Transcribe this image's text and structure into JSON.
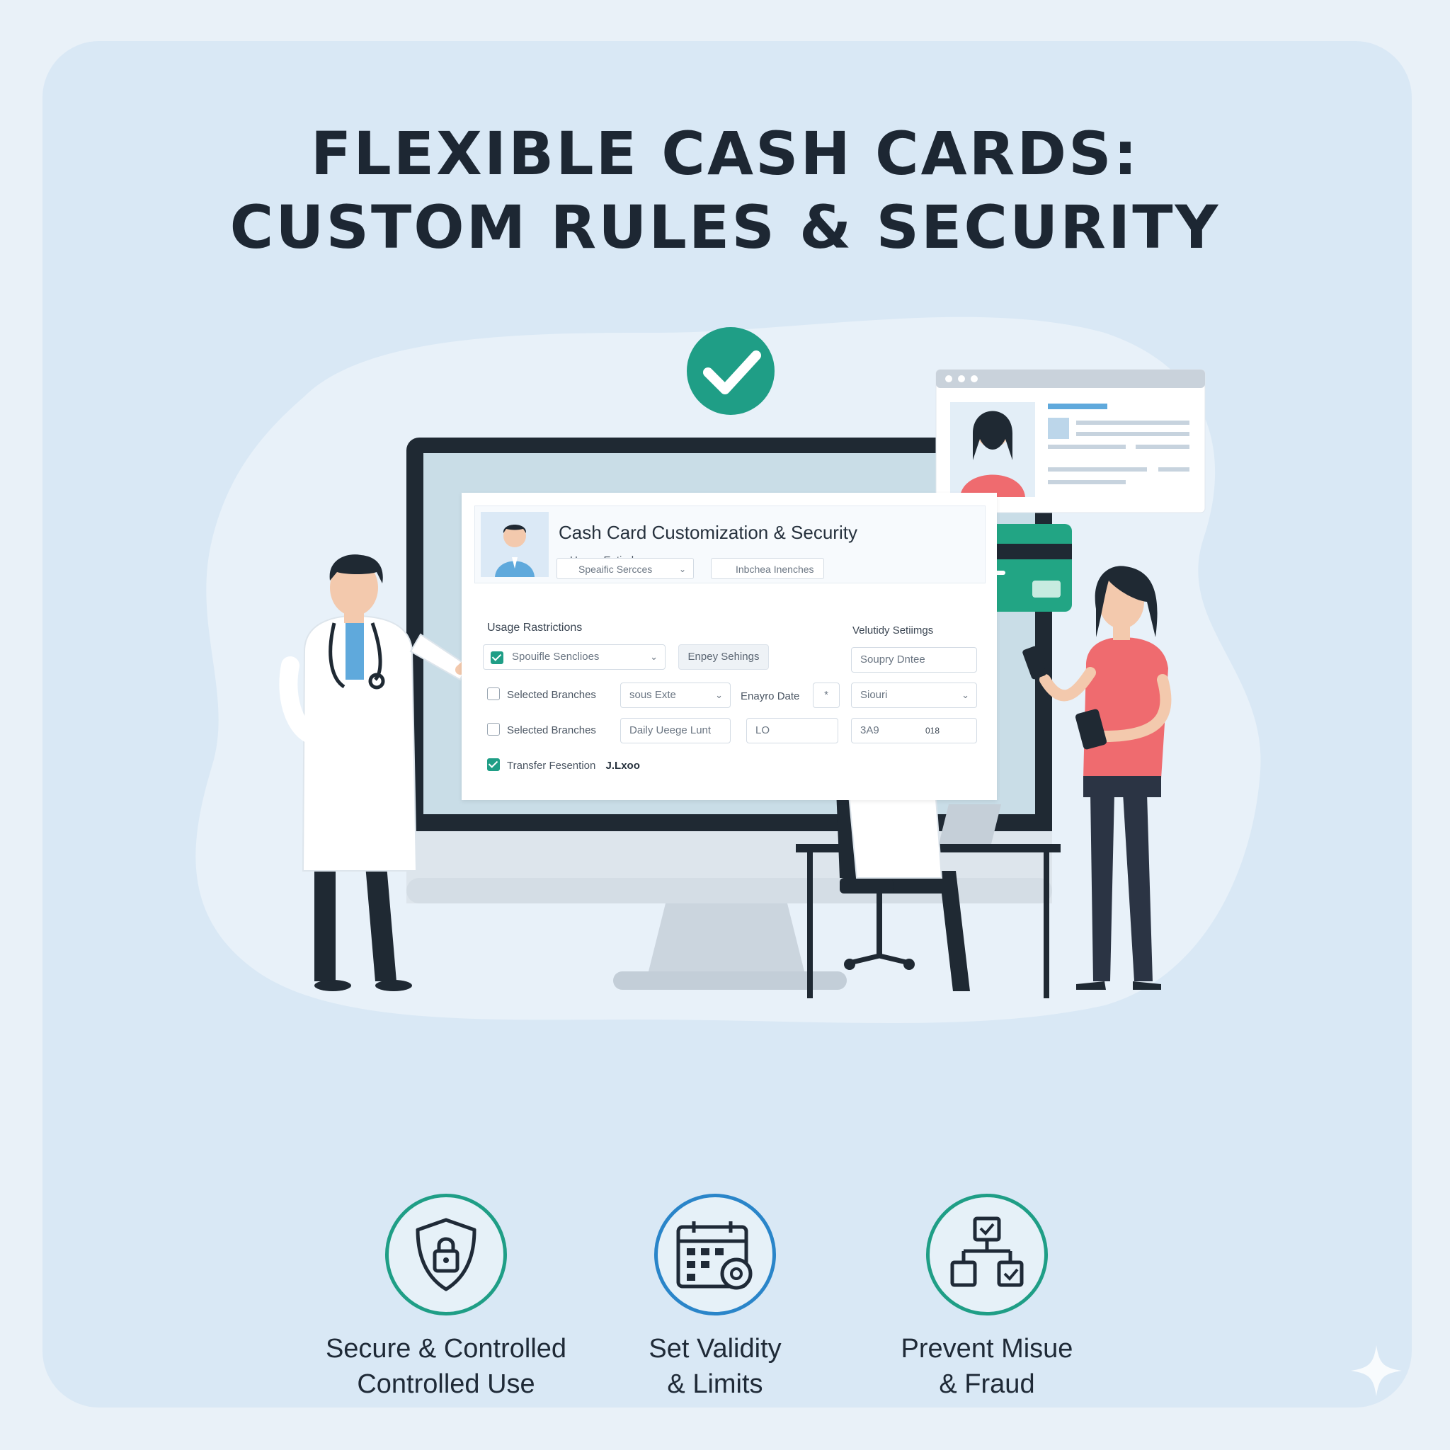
{
  "headline": {
    "line1": "FLEXIBLE CASH CARDS:",
    "line2": "CUSTOM RULES & SECURITY"
  },
  "screen": {
    "title": "Cash Card Customization & Security",
    "subtitle": "Usege Eatindoss",
    "header_select_1": "Speaific Sercces",
    "header_select_2": "Inbchea Inenches",
    "usage_restrictions_label": "Usage Rastrictions",
    "specific_services": "Spouifle Senclioes",
    "enpey_settings": "Enpey Sehings",
    "selected_branches_1": "Selected Branches",
    "selected_branches_2": "Selected Branches",
    "sous_exte": "sous Exte",
    "expiry_date_label": "Enayro Date",
    "asterisk": "*",
    "daily_usage_limit": "Daily Ueege Lunt",
    "limit_value": "LO",
    "transfer_label": "Transfer Fesention",
    "transfer_value": "J.Lxoo",
    "validity_label": "Velutidy Setiimgs",
    "soupry_dntee": "Soupry Dntee",
    "sioun_value": "Siouri",
    "code_value": "3A9",
    "code_value_2": "018"
  },
  "features": [
    {
      "line1": "Secure & Controlled",
      "line2": "Controlled Use",
      "icon": "shield-lock-icon"
    },
    {
      "line1": "Set Validity",
      "line2": "& Limits",
      "icon": "calendar-gear-icon"
    },
    {
      "line1": "Prevent Misue",
      "line2": "& Fraud",
      "icon": "workflow-check-icon"
    }
  ],
  "colors": {
    "accent_green": "#1f9e86",
    "accent_blue": "#2a85c9",
    "panel_bg": "#d9e8f5",
    "card_green": "#22a584",
    "shirt_pink": "#ef6b6f"
  }
}
